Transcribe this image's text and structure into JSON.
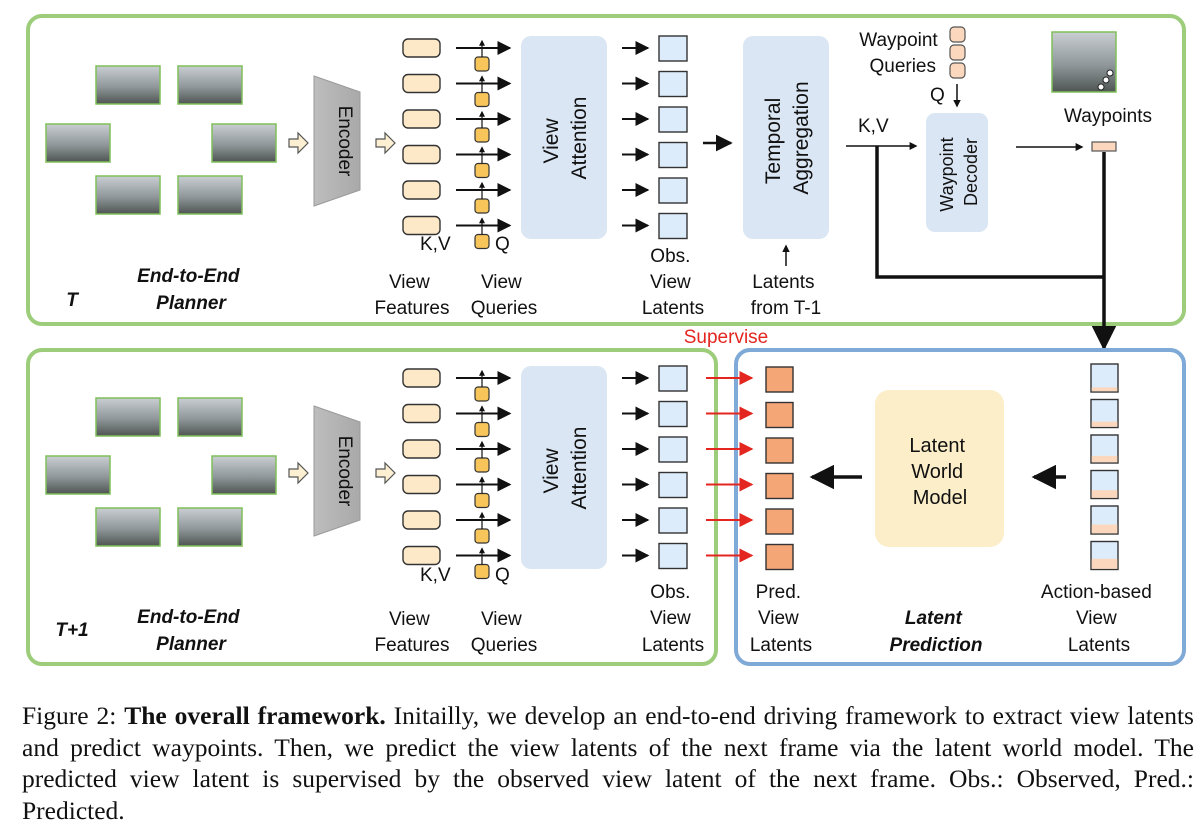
{
  "top_panel": {
    "time_label": "T",
    "planner_label": [
      "End-to-End",
      "Planner"
    ],
    "encoder_label": "Encoder",
    "kv_label": "K,V",
    "q_label": "Q",
    "view_attention_label": [
      "View",
      "Attention"
    ],
    "view_features_label": [
      "View",
      "Features"
    ],
    "view_queries_label": [
      "View",
      "Queries"
    ],
    "obs_latents_label": [
      "Obs.",
      "View",
      "Latents"
    ],
    "temporal_label": [
      "Temporal",
      "Aggregation"
    ],
    "latents_prev_label": [
      "Latents",
      "from T-1"
    ],
    "waypoint_queries_label": [
      "Waypoint",
      "Queries"
    ],
    "decoder_q_label": "Q",
    "decoder_kv_label": "K,V",
    "waypoint_decoder_label": [
      "Waypoint",
      "Decoder"
    ],
    "waypoints_label": "Waypoints"
  },
  "bottom_panel": {
    "time_label": "T+1",
    "planner_label": [
      "End-to-End",
      "Planner"
    ],
    "encoder_label": "Encoder",
    "kv_label": "K,V",
    "q_label": "Q",
    "view_attention_label": [
      "View",
      "Attention"
    ],
    "view_features_label": [
      "View",
      "Features"
    ],
    "view_queries_label": [
      "View",
      "Queries"
    ],
    "obs_latents_label": [
      "Obs.",
      "View",
      "Latents"
    ]
  },
  "prediction_panel": {
    "supervise_label": "Supervise",
    "pred_latents_label": [
      "Pred.",
      "View",
      "Latents"
    ],
    "world_model_label": [
      "Latent",
      "World",
      "Model"
    ],
    "latent_prediction_label": [
      "Latent",
      "Prediction"
    ],
    "action_latents_label": [
      "Action-based",
      "View",
      "Latents"
    ]
  },
  "colors": {
    "green_border": "#9dcd7b",
    "blue_border": "#7fa9d6",
    "attention_fill": "#dae6f3",
    "feature_fill": "#fde9c7",
    "query_fill": "#f7c55a",
    "latent_fill": "#dcecfa",
    "pred_fill": "#f4a677",
    "world_model_fill": "#fbeec8",
    "supervise_red": "#e3261f"
  },
  "caption": {
    "prefix": "Figure 2: ",
    "title": "The overall framework.",
    "body": " Initailly, we develop an end-to-end driving framework to extract view latents and predict waypoints. Then, we predict the view latents of the next frame via the latent world model. The predicted view latent is supervised by the observed view latent of the next frame. Obs.: Observed, Pred.: Predicted."
  }
}
